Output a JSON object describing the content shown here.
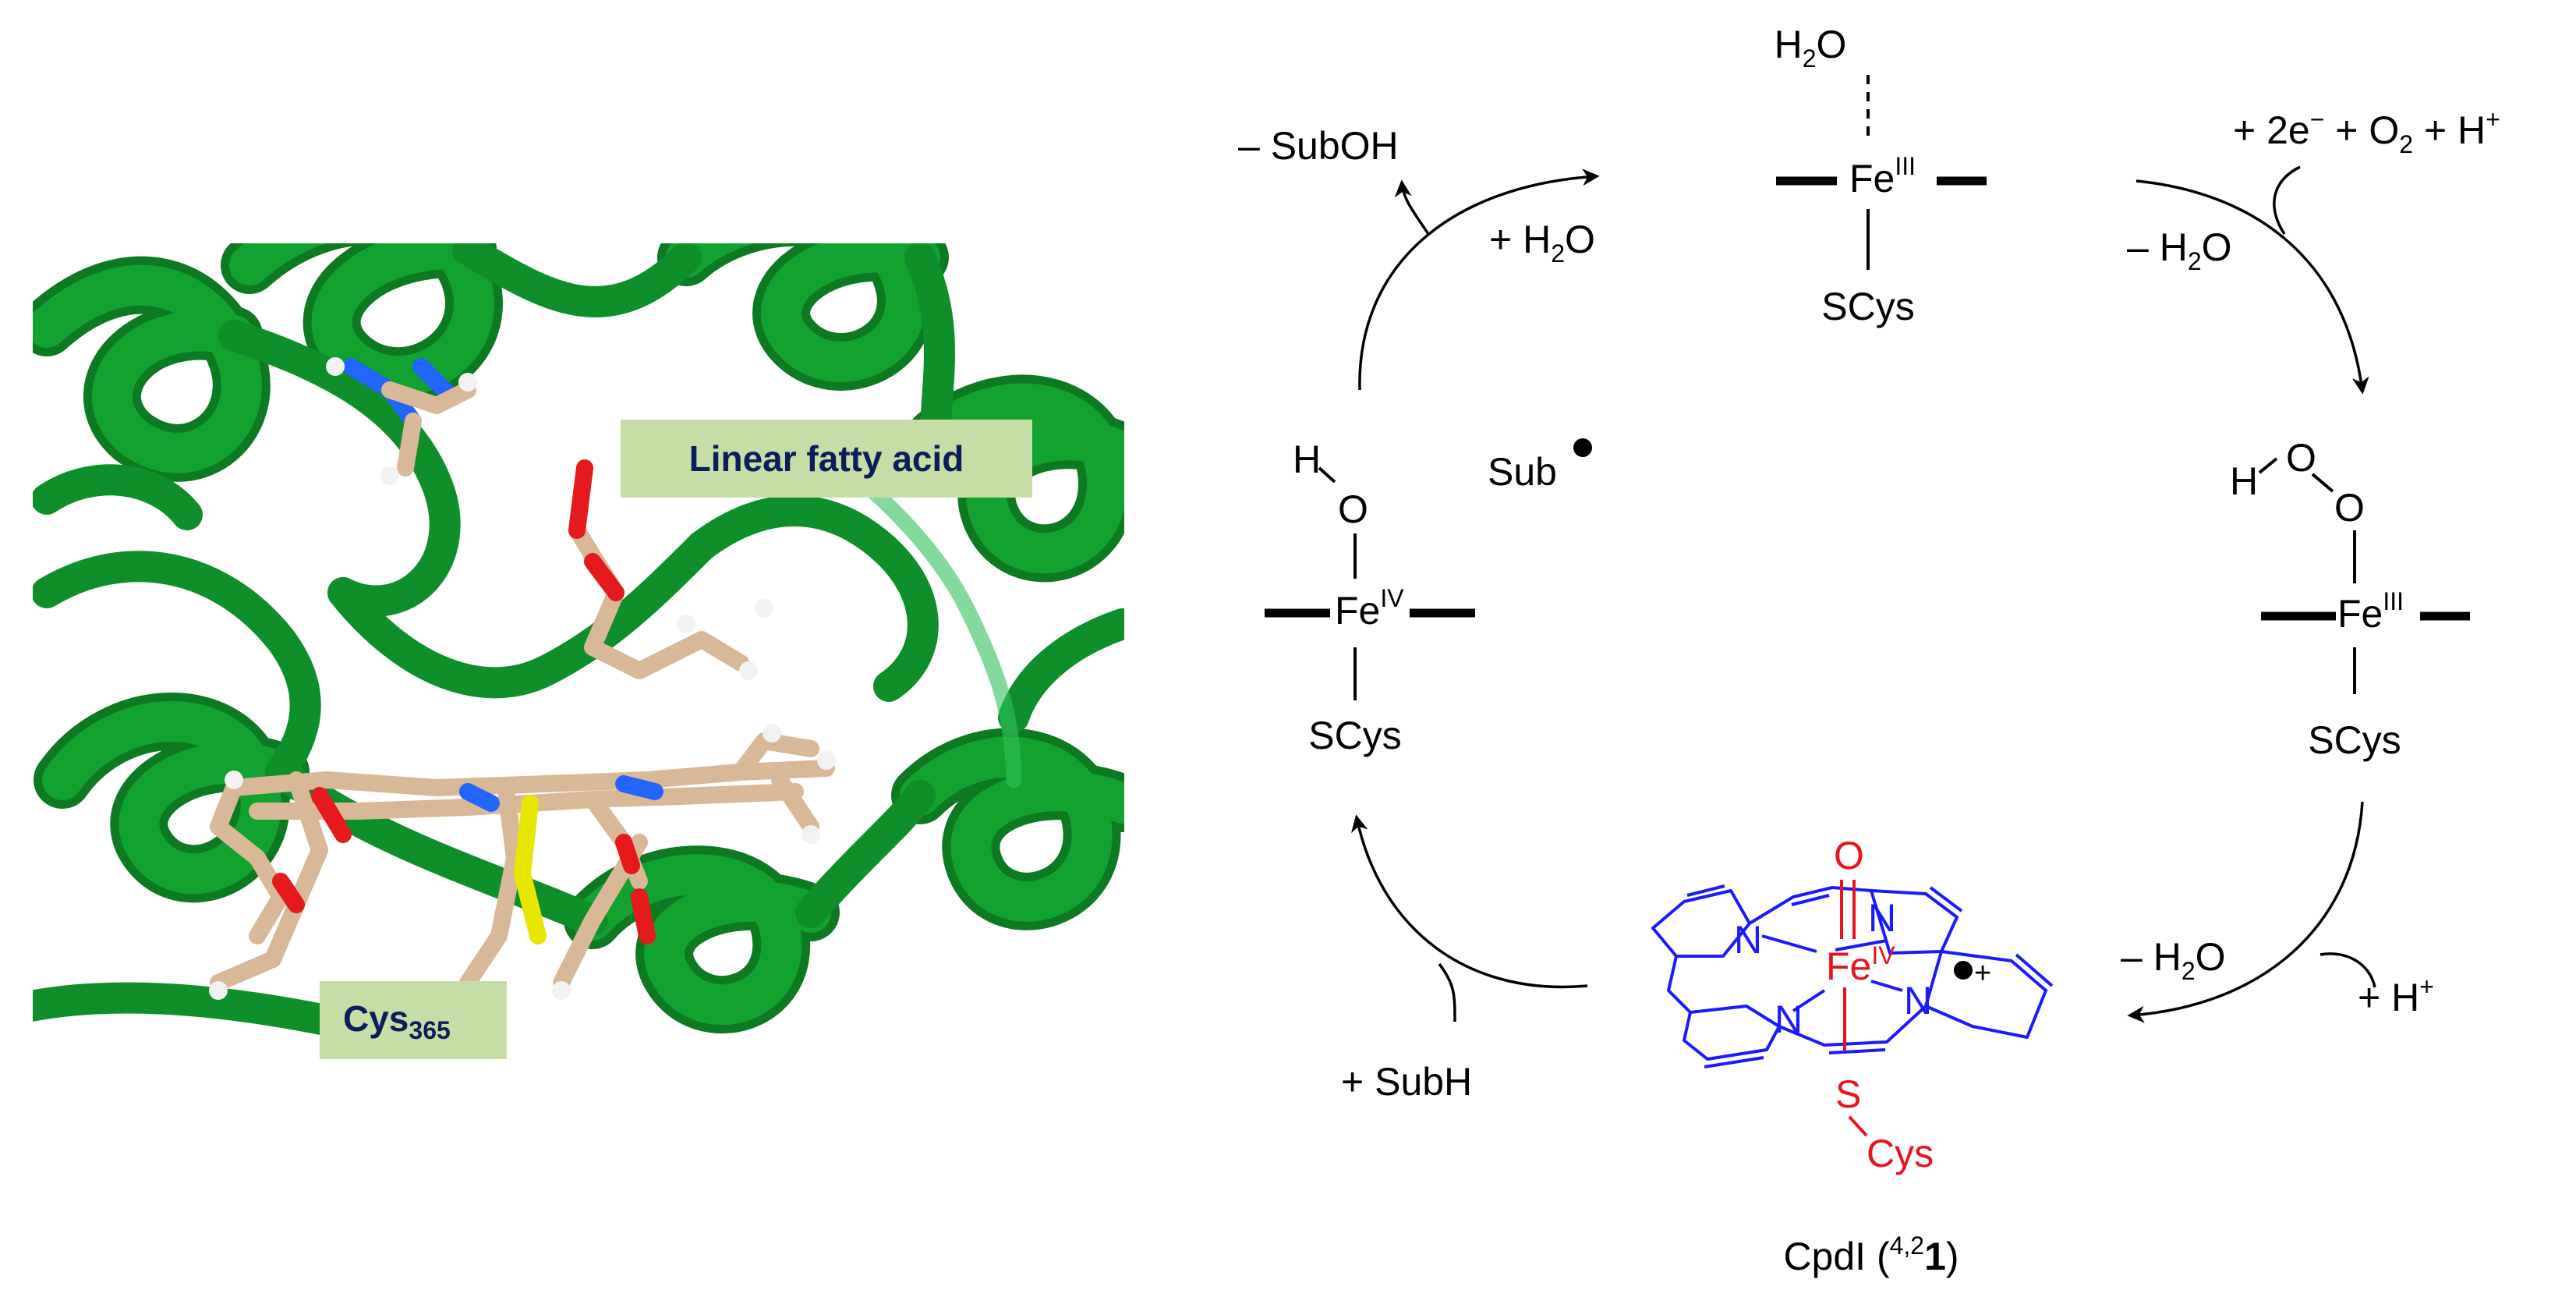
{
  "structure_panel": {
    "ligand_label": "Linear fatty acid",
    "cys_label": {
      "main": "Cys",
      "sub": "365"
    }
  },
  "cycle": {
    "top_state": {
      "water": "H",
      "water_sub": "2",
      "water_o": "O",
      "fe": "Fe",
      "fe_ox": "III",
      "ligand": "SCys"
    },
    "right_state": {
      "h": "H",
      "o1": "O",
      "o2": "O",
      "fe": "Fe",
      "fe_ox": "III",
      "ligand": "SCys"
    },
    "left_state": {
      "h": "H",
      "o": "O",
      "fe": "Fe",
      "fe_ox": "IV",
      "ligand": "SCys"
    },
    "cpdI": {
      "o": "O",
      "fe": "Fe",
      "fe_ox": "IV",
      "n": "N",
      "radical_charge": "+",
      "s": "S",
      "cys": "Cys",
      "caption_prefix": "CpdI (",
      "caption_sup": "4,2",
      "caption_bold": "1",
      "caption_suffix": ")"
    },
    "sub_radical": "Sub",
    "steps": {
      "top_right_in": {
        "a": "+ 2e",
        "a_sup": "−",
        "b": " + O",
        "b_sub": "2",
        "c": " + H",
        "c_sup": "+"
      },
      "top_right_out": {
        "a": "– H",
        "a_sub": "2",
        "b": "O"
      },
      "bottom_right_out": {
        "a": "– H",
        "a_sub": "2",
        "b": "O"
      },
      "bottom_right_in": {
        "a": "+ H",
        "a_sup": "+"
      },
      "bottom_left_in": "+ SubH",
      "top_left_out": "– SubOH",
      "top_left_in": {
        "a": "+ H",
        "a_sub": "2",
        "b": "O"
      }
    }
  },
  "colors": {
    "protein": "#11a12e",
    "porphyrin": "#1a1aff",
    "iron_oxo": "#e8141b",
    "label_box": "#c6dea5"
  }
}
